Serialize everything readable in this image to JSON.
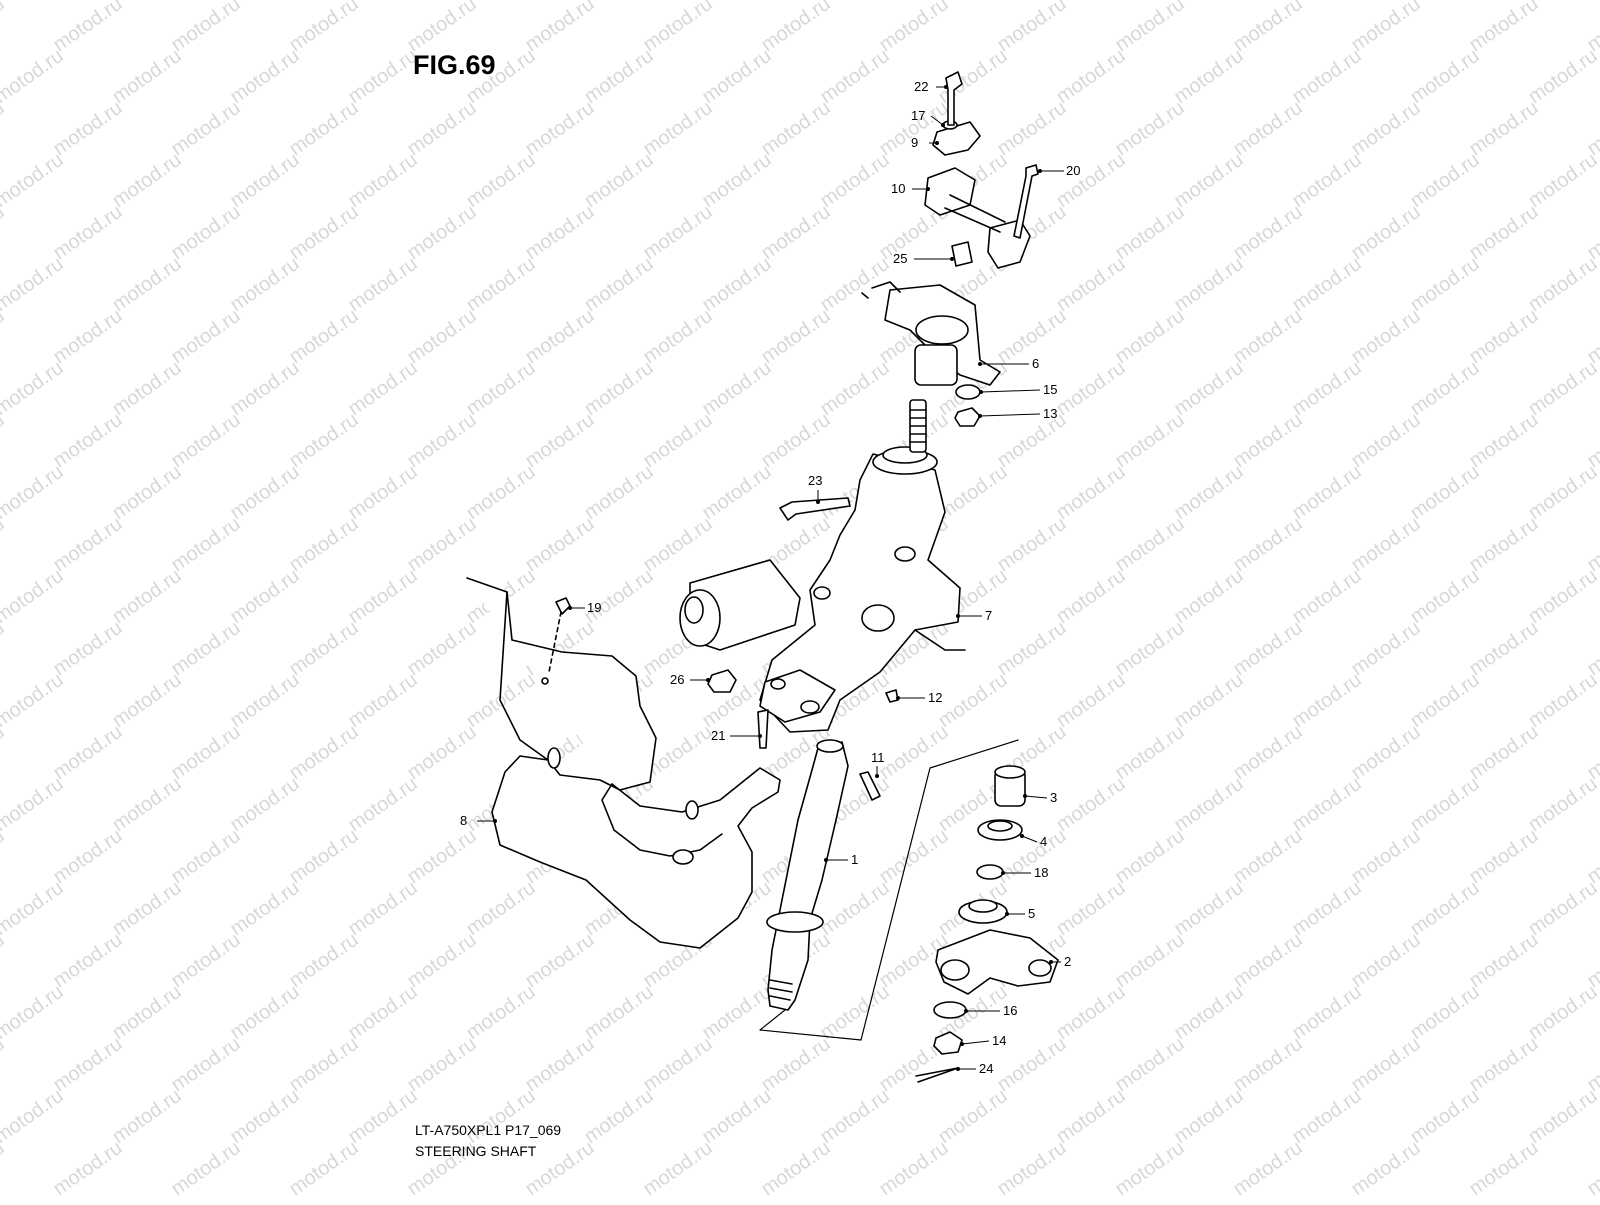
{
  "figure": {
    "title": "FIG.69",
    "code": "LT-A750XPL1 P17_069",
    "name": "STEERING SHAFT"
  },
  "watermark": {
    "text": "motod.ru",
    "color": "#d8d8d8"
  },
  "callouts": [
    "22",
    "17",
    "9",
    "10",
    "20",
    "25",
    "6",
    "15",
    "13",
    "23",
    "19",
    "7",
    "26",
    "12",
    "21",
    "11",
    "3",
    "4",
    "18",
    "1",
    "8",
    "5",
    "2",
    "16",
    "14",
    "24"
  ],
  "colors": {
    "line": "#000000",
    "background": "#ffffff"
  }
}
